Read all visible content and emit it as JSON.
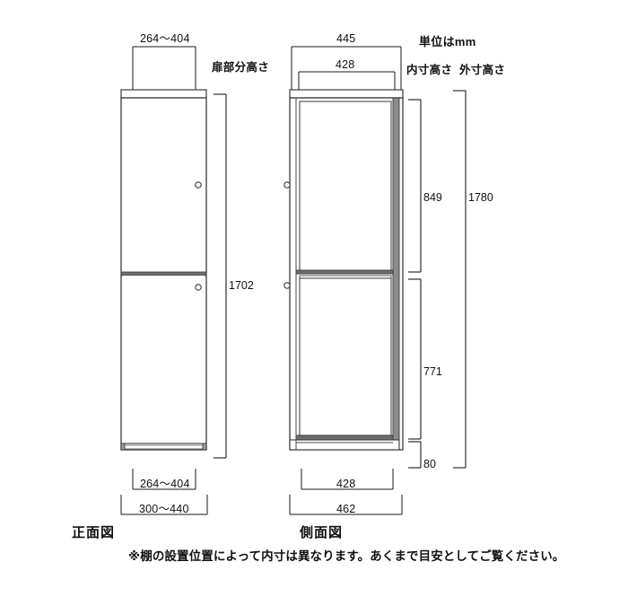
{
  "figure": {
    "units_note": "単位はmm",
    "bottom_note": "※棚の設置位置によって内寸は異なります。あくまで目安としてご覧ください。"
  },
  "front_view": {
    "title": "正面図",
    "door_height_label": "扉部分高さ",
    "top_width": "264～404",
    "bottom_inner_width": "264～404",
    "bottom_outer_width": "300～440",
    "door_height": "1702"
  },
  "side_view": {
    "title": "側面図",
    "top_outer_depth": "445",
    "top_inner_depth": "428",
    "bottom_inner_depth": "428",
    "bottom_outer_depth": "462",
    "inner_height_label": "内寸高さ",
    "outer_height_label": "外寸高さ",
    "upper_inner_height": "849",
    "lower_inner_height": "771",
    "base_height": "80",
    "outer_height": "1780"
  },
  "colors": {
    "line": "#1a1a1a",
    "panel_edge": "#5a5a5a",
    "panel_fill": "#ffffff",
    "shade_fill": "#8c8c8c",
    "background": "#ffffff"
  }
}
